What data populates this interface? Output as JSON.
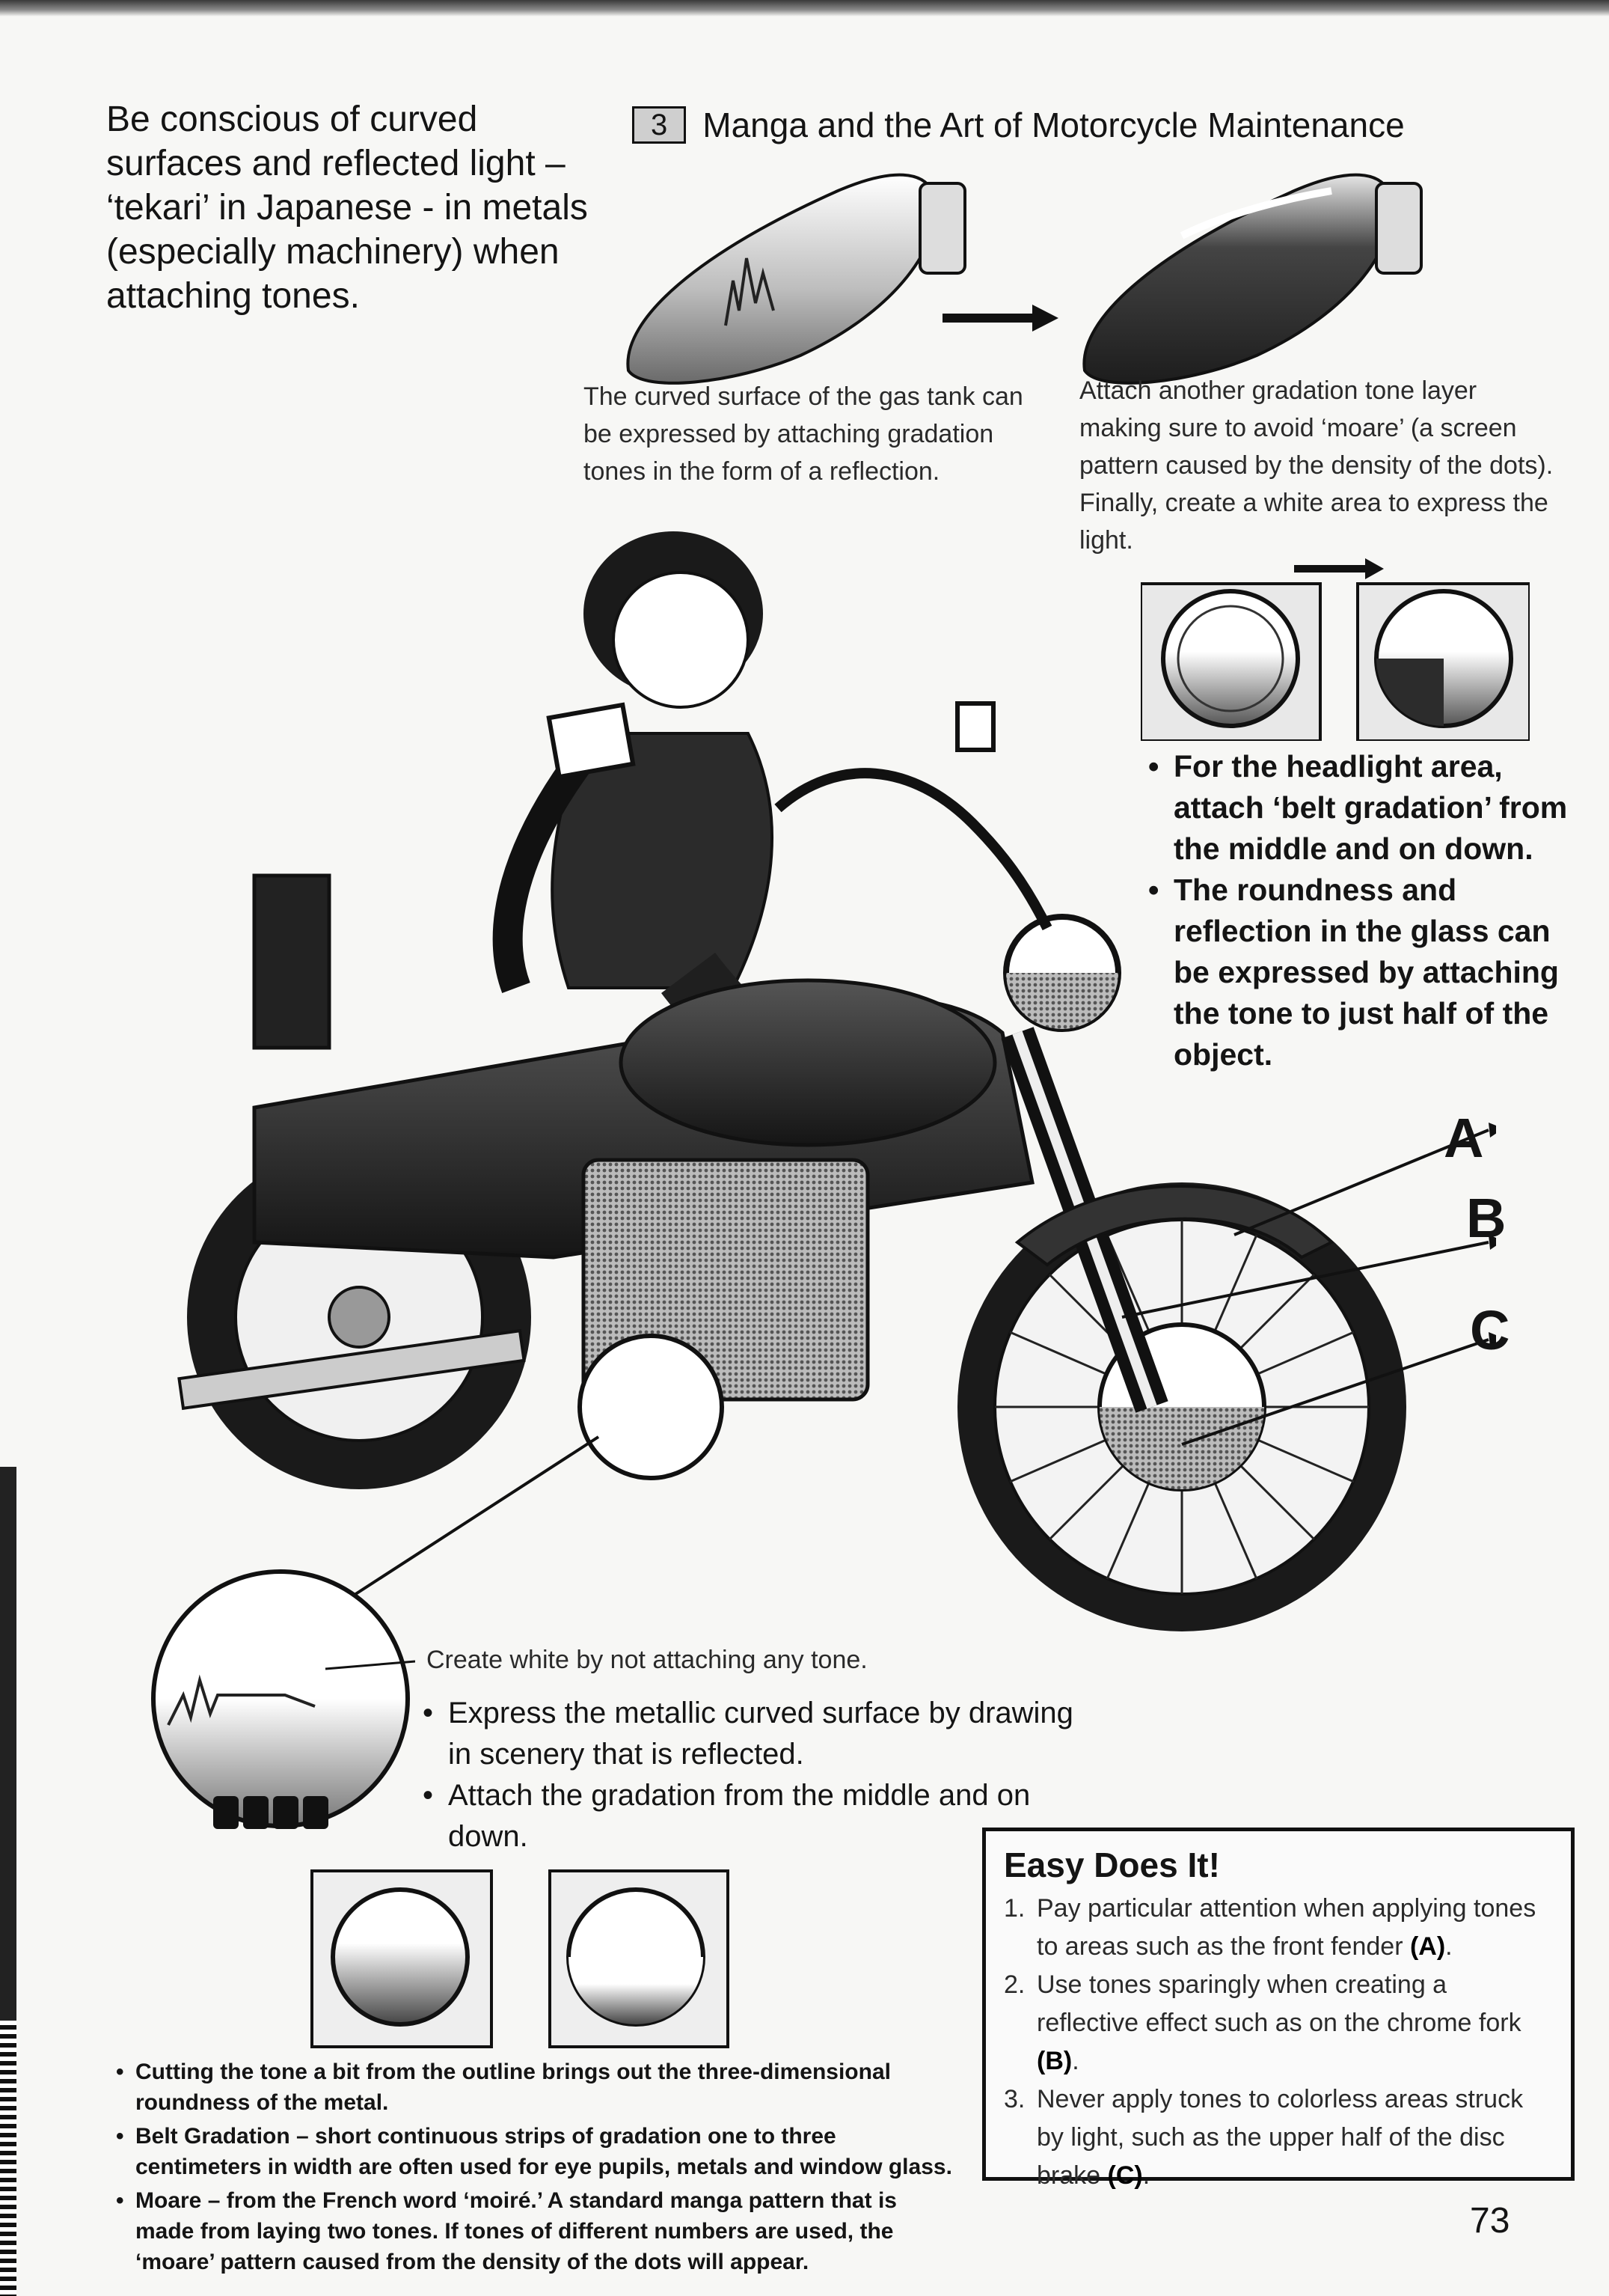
{
  "intro_text": "Be conscious of curved surfaces and reflected light – ‘tekari’ in Japanese - in metals (especially machinery) when attaching tones.",
  "section": {
    "number": "3",
    "title": "Manga and the Art of Motorcycle Maintenance"
  },
  "gas_tank": {
    "caption_left": "The curved surface of the gas tank can be expressed by attaching gradation tones in the form of a reflection.",
    "caption_right": "Attach another gradation tone layer making sure to avoid ‘moare’ (a screen pattern caused by the density of the dots). Finally, create a white area to express the light."
  },
  "headlight_notes": [
    "For the headlight area, attach ‘belt gradation’ from the middle and on down.",
    "The roundness and reflection in the glass can be expressed by attaching the tone to just half of the object."
  ],
  "labels": {
    "a": "A",
    "b": "B",
    "c": "C"
  },
  "cover": {
    "white_caption": "Create white by not attaching any tone.",
    "notes": [
      "Express the metallic curved surface by drawing in scenery that is reflected.",
      "Attach the gradation from the middle and on down."
    ]
  },
  "footnotes": [
    "Cutting the tone a bit from the outline brings out the three-dimensional roundness of the metal.",
    "Belt Gradation – short continuous strips of gradation one to three centimeters in width are often used for eye pupils, metals and window glass.",
    "Moare – from the French word ‘moiré.’ A standard manga pattern that is made from laying two tones. If tones of different numbers are used, the ‘moare’ pattern caused from the density of the dots will appear."
  ],
  "easy": {
    "title": "Easy Does It!",
    "items": [
      {
        "num": "1.",
        "text": "Pay particular attention when applying tones to areas such as the front fender ",
        "ref": "(A)",
        "end": "."
      },
      {
        "num": "2.",
        "text": "Use tones sparingly when creating a reflective effect such as on the chrome fork ",
        "ref": "(B)",
        "end": "."
      },
      {
        "num": "3.",
        "text": "Never apply tones to colorless areas struck by light, such as the upper half of the disc brake ",
        "ref": "(C)",
        "end": "."
      }
    ]
  },
  "page_number": "73"
}
